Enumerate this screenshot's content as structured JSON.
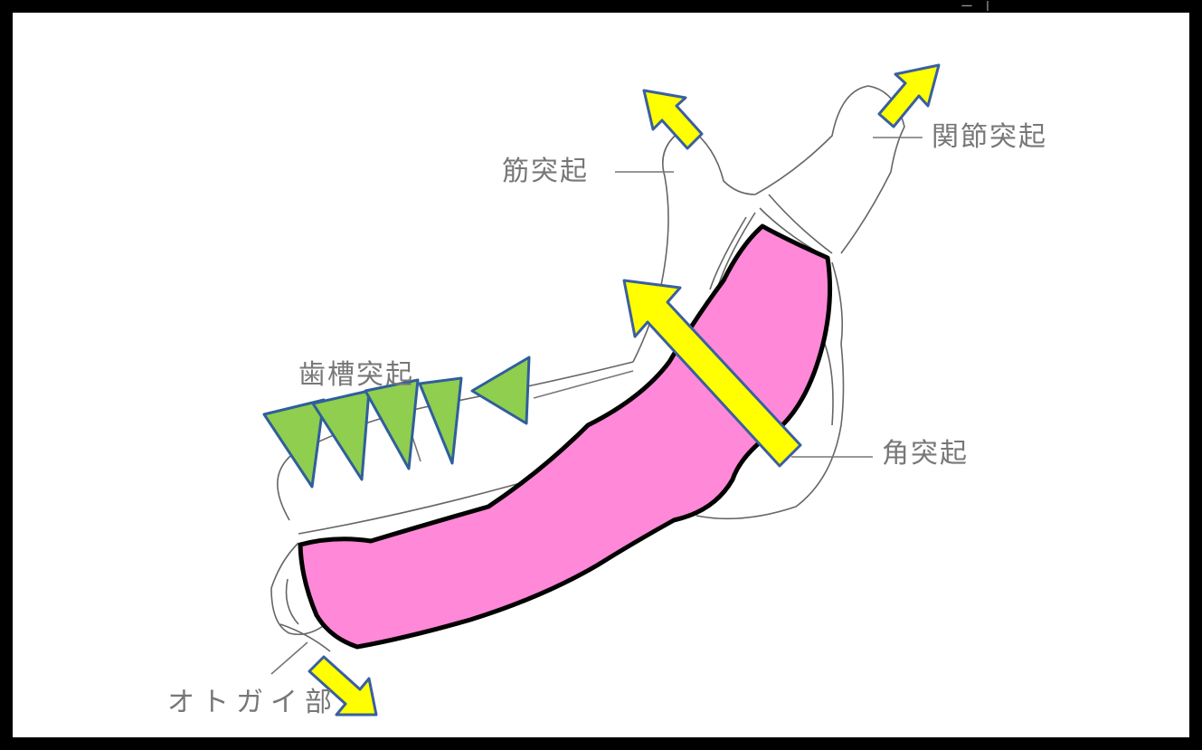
{
  "labels": {
    "coronoid_process": "筋突起",
    "condylar_process": "関節突起",
    "alveolar_process": "歯槽突起",
    "angular_process": "角突起",
    "mental_protuberance": "オトガイ部"
  },
  "colors": {
    "background": "#000000",
    "panel": "#ffffff",
    "outline": "#555555",
    "muscle_fill": "#ff88d8",
    "arrow_fill": "#ffff00",
    "arrow_stroke": "#3a5fa0",
    "teeth_fill": "#8fce4f",
    "teeth_stroke": "#2f5f9a"
  },
  "icons": {
    "arrows": "yellow-arrow-icon",
    "teeth": "green-triangle-tooth-icon"
  }
}
